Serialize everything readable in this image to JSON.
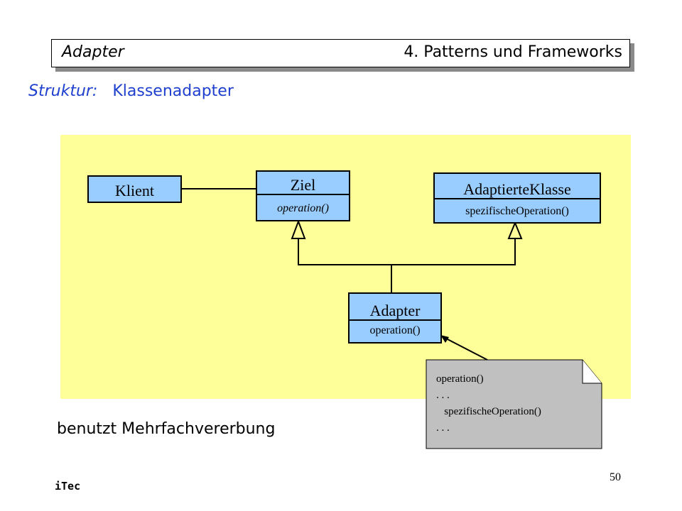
{
  "header": {
    "left_title": "Adapter",
    "right_title": "4. Patterns und Frameworks"
  },
  "subtitle": {
    "label": "Struktur:",
    "value": "Klassenadapter"
  },
  "classes": {
    "klient": {
      "name": "Klient"
    },
    "ziel": {
      "name": "Ziel",
      "operation": "operation()"
    },
    "adaptierte": {
      "name": "AdaptierteKlasse",
      "operation": "spezifischeOperation()"
    },
    "adapter": {
      "name": "Adapter",
      "operation": "operation()"
    }
  },
  "note": {
    "lines": [
      "operation()",
      ". . .",
      "   spezifischeOperation()",
      ". . ."
    ]
  },
  "caption": "benutzt Mehrfachvererbung",
  "footer": {
    "left": "iTec",
    "page": "50"
  },
  "colors": {
    "diagram_bg": "#ffff99",
    "class_fill": "#99ccff",
    "note_fill": "#c0c0c0",
    "subtitle": "#1f3fcf"
  }
}
